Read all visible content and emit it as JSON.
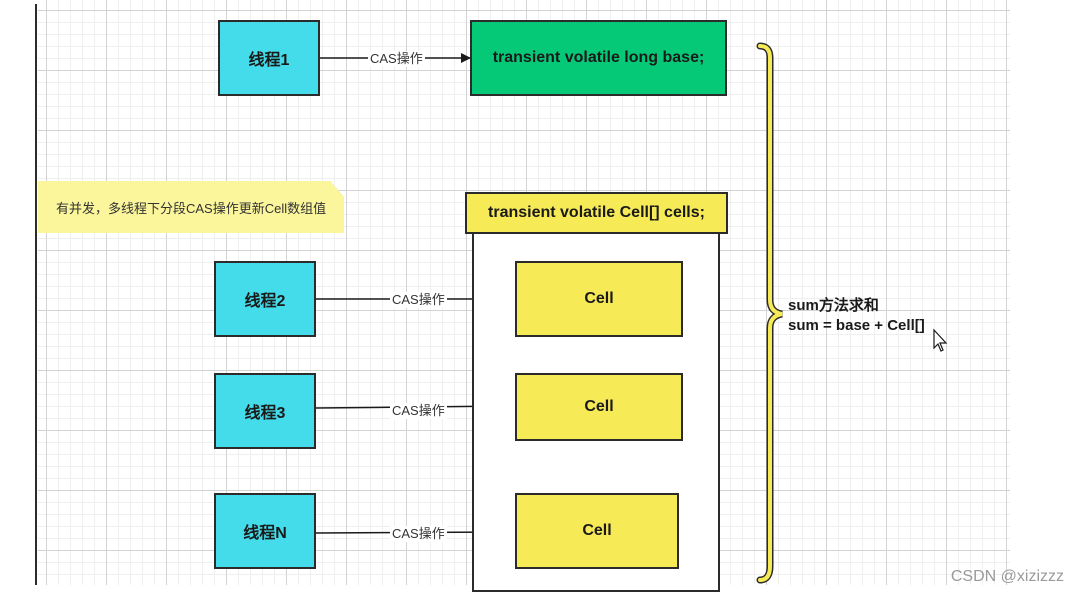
{
  "diagram": {
    "threads": [
      {
        "label": "线程1"
      },
      {
        "label": "线程2"
      },
      {
        "label": "线程3"
      },
      {
        "label": "线程N"
      }
    ],
    "edge_label": "CAS操作",
    "base_field": "transient volatile long base;",
    "cells_field": "transient volatile Cell[] cells;",
    "cells": [
      {
        "label": "Cell"
      },
      {
        "label": "Cell"
      },
      {
        "label": "Cell"
      }
    ],
    "note": "有并发，多线程下分段CAS操作更新Cell数组值",
    "sum": {
      "line1": "sum方法求和",
      "line2": "sum = base + Cell[]"
    }
  },
  "colors": {
    "thread": "#44dcea",
    "base": "#06c977",
    "cell": "#f7ea57",
    "note": "#fbf59c",
    "brace": "#f7ea57"
  },
  "watermark": "CSDN @xizizzz"
}
